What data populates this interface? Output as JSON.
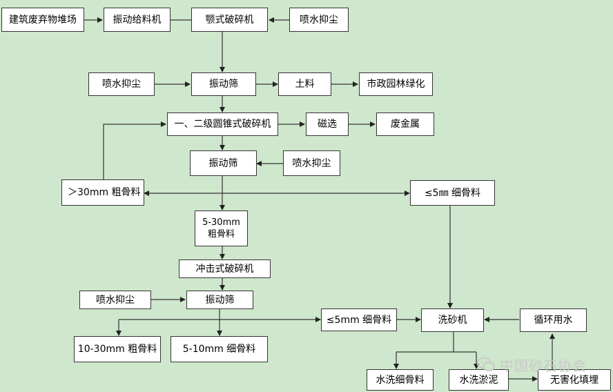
{
  "nodes": {
    "construction_waste_yard": "建筑废弃物堆场",
    "vibrating_feeder": "振动给料机",
    "jaw_crusher": "颚式破碎机",
    "spray_dust_top": "喷水抑尘",
    "spray_dust_2": "喷水抑尘",
    "vibrating_screen_1": "振动筛",
    "soil": "土料",
    "municipal_greening": "市政园林绿化",
    "cone_crusher": "一、二级圆锥式破碎机",
    "magnetic_separation": "磁选",
    "scrap_metal": "废金属",
    "vibrating_screen_2": "振动筛",
    "spray_dust_3": "喷水抑尘",
    "coarse_gt30": "＞30mm 粗骨料",
    "fine_le5_top": "≤5㎜ 细骨料",
    "coarse_5_30_line1": "5-30mm",
    "coarse_5_30_line2": "粗骨料",
    "impact_crusher": "冲击式破碎机",
    "spray_dust_4": "喷水抑尘",
    "vibrating_screen_3": "振动筛",
    "fine_le5_mid": "≤5mm 细骨料",
    "sand_washer": "洗砂机",
    "recycled_water": "循环用水",
    "coarse_10_30": "10-30mm 粗骨料",
    "fine_5_10": "5-10mm 细骨料",
    "washed_fine_aggregate": "水洗细骨料",
    "washed_sludge": "水洗淤泥",
    "harmless_landfill": "无害化填埋"
  },
  "watermark": "中国砂石协会",
  "colors": {
    "background": "#cfe7cc",
    "box_fill": "#ffffff",
    "stroke": "#333333",
    "watermark": "#c9c9c9"
  }
}
